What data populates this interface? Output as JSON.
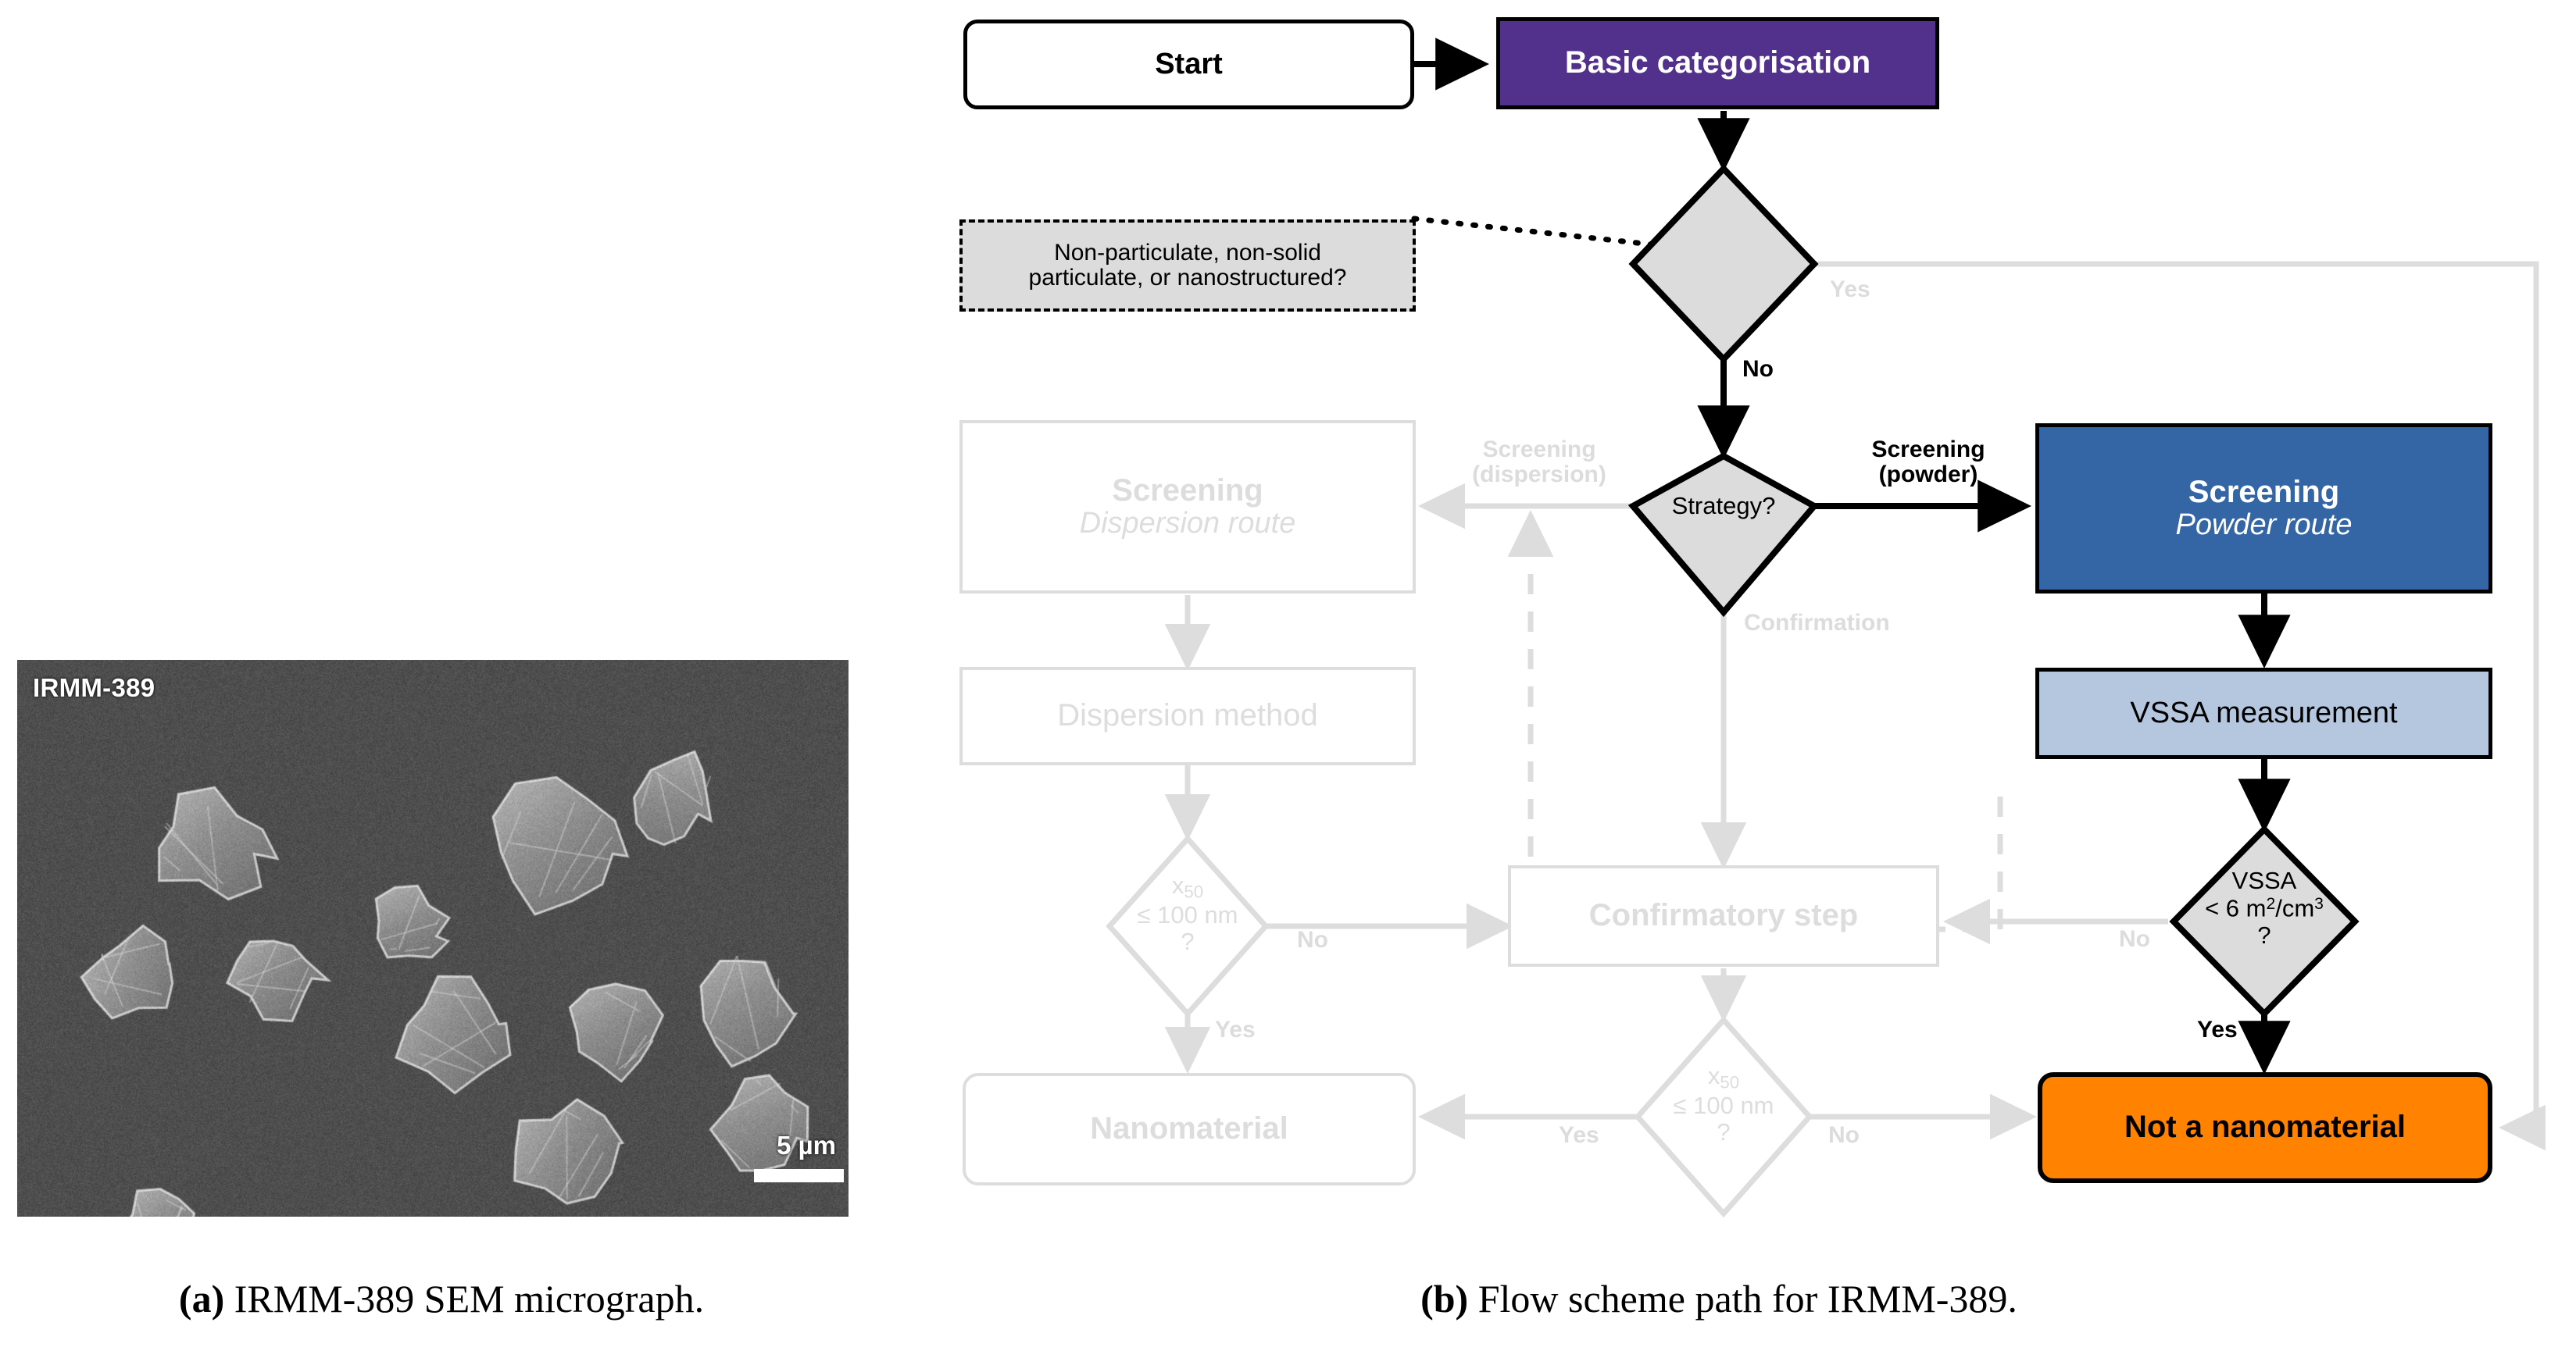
{
  "figure": {
    "caption_a_tag": "(a)",
    "caption_a_text": " IRMM-389 SEM micrograph.",
    "caption_b_tag": "(b)",
    "caption_b_text": " Flow scheme path for IRMM-389."
  },
  "micrograph": {
    "sample_label": "IRMM-389",
    "scale_bar_label": "5 µm"
  },
  "flow": {
    "nodes": {
      "start": "Start",
      "basic_categorisation": "Basic categorisation",
      "callout": "Non-particulate, non-solid\nparticulate, or nanostructured?",
      "decision_nonparticulate": "",
      "decision_strategy": "Strategy?",
      "screening_dispersion_title": "Screening",
      "screening_dispersion_sub": "Dispersion route",
      "dispersion_method": "Dispersion method",
      "screening_powder_title": "Screening",
      "screening_powder_sub": "Powder route",
      "vssa_measurement": "VSSA measurement",
      "confirmatory_step": "Confirmatory step",
      "nanomaterial": "Nanomaterial",
      "not_a_nanomaterial": "Not a nanomaterial",
      "diamond_x50_left_l1": "x",
      "diamond_x50_left_sub": "50",
      "diamond_x50_left_l2": "≤ 100 nm",
      "diamond_x50_left_l3": "?",
      "diamond_x50_mid_l1": "x",
      "diamond_x50_mid_sub": "50",
      "diamond_x50_mid_l2": "≤ 100 nm",
      "diamond_x50_mid_l3": "?",
      "diamond_vssa_l1": "VSSA",
      "diamond_vssa_l2a": "< 6 m",
      "diamond_vssa_sup1": "2",
      "diamond_vssa_l2b": "/cm",
      "diamond_vssa_sup2": "3",
      "diamond_vssa_l3": "?"
    },
    "edge_labels": {
      "yes_top": "Yes",
      "no_top": "No",
      "screening_dispersion": "Screening\n(dispersion)",
      "screening_powder": "Screening\n(powder)",
      "confirmation": "Confirmation",
      "no_x50_left": "No",
      "yes_x50_left": "Yes",
      "yes_x50_mid": "Yes",
      "no_x50_mid": "No",
      "no_vssa": "No",
      "yes_vssa": "Yes"
    },
    "colors": {
      "purple": "#51318c",
      "blue": "#3465a4",
      "light_blue": "#b4c7de",
      "orange": "#ff8200",
      "diamond_fill": "#dcdcdc",
      "inactive": "#dddddd",
      "active_line": "#000000"
    }
  }
}
